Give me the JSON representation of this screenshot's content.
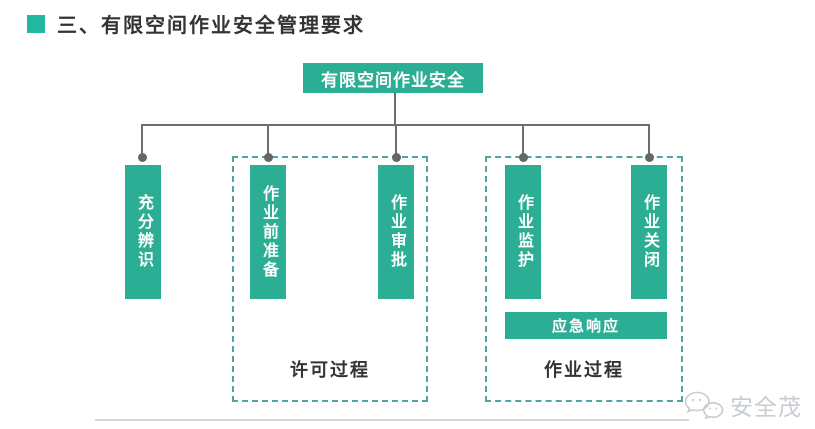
{
  "page": {
    "title": "三、有限空间作业安全管理要求"
  },
  "diagram": {
    "root": {
      "label": "有限空间作业安全"
    },
    "branches": [
      {
        "label": "充分辨识"
      },
      {
        "label": "作业前准备"
      },
      {
        "label": "作业审批"
      },
      {
        "label": "作业监护"
      },
      {
        "label": "作业关闭"
      }
    ],
    "groups": [
      {
        "label": "许可过程",
        "members": [
          "作业前准备",
          "作业审批"
        ]
      },
      {
        "label": "作业过程",
        "members": [
          "作业监护",
          "作业关闭",
          "应急响应"
        ]
      }
    ],
    "emergency": {
      "label": "应急响应"
    }
  },
  "watermark": {
    "brand": "安全茂",
    "icon": "wechat-icon"
  },
  "colors": {
    "teal": "#2BAE93",
    "bullet_teal": "#23B9A0",
    "connector_gray": "#6E6E6E",
    "dashed_border": "#4DA4A0",
    "title_text": "#333333",
    "watermark_gray": "#C6CCD1"
  }
}
